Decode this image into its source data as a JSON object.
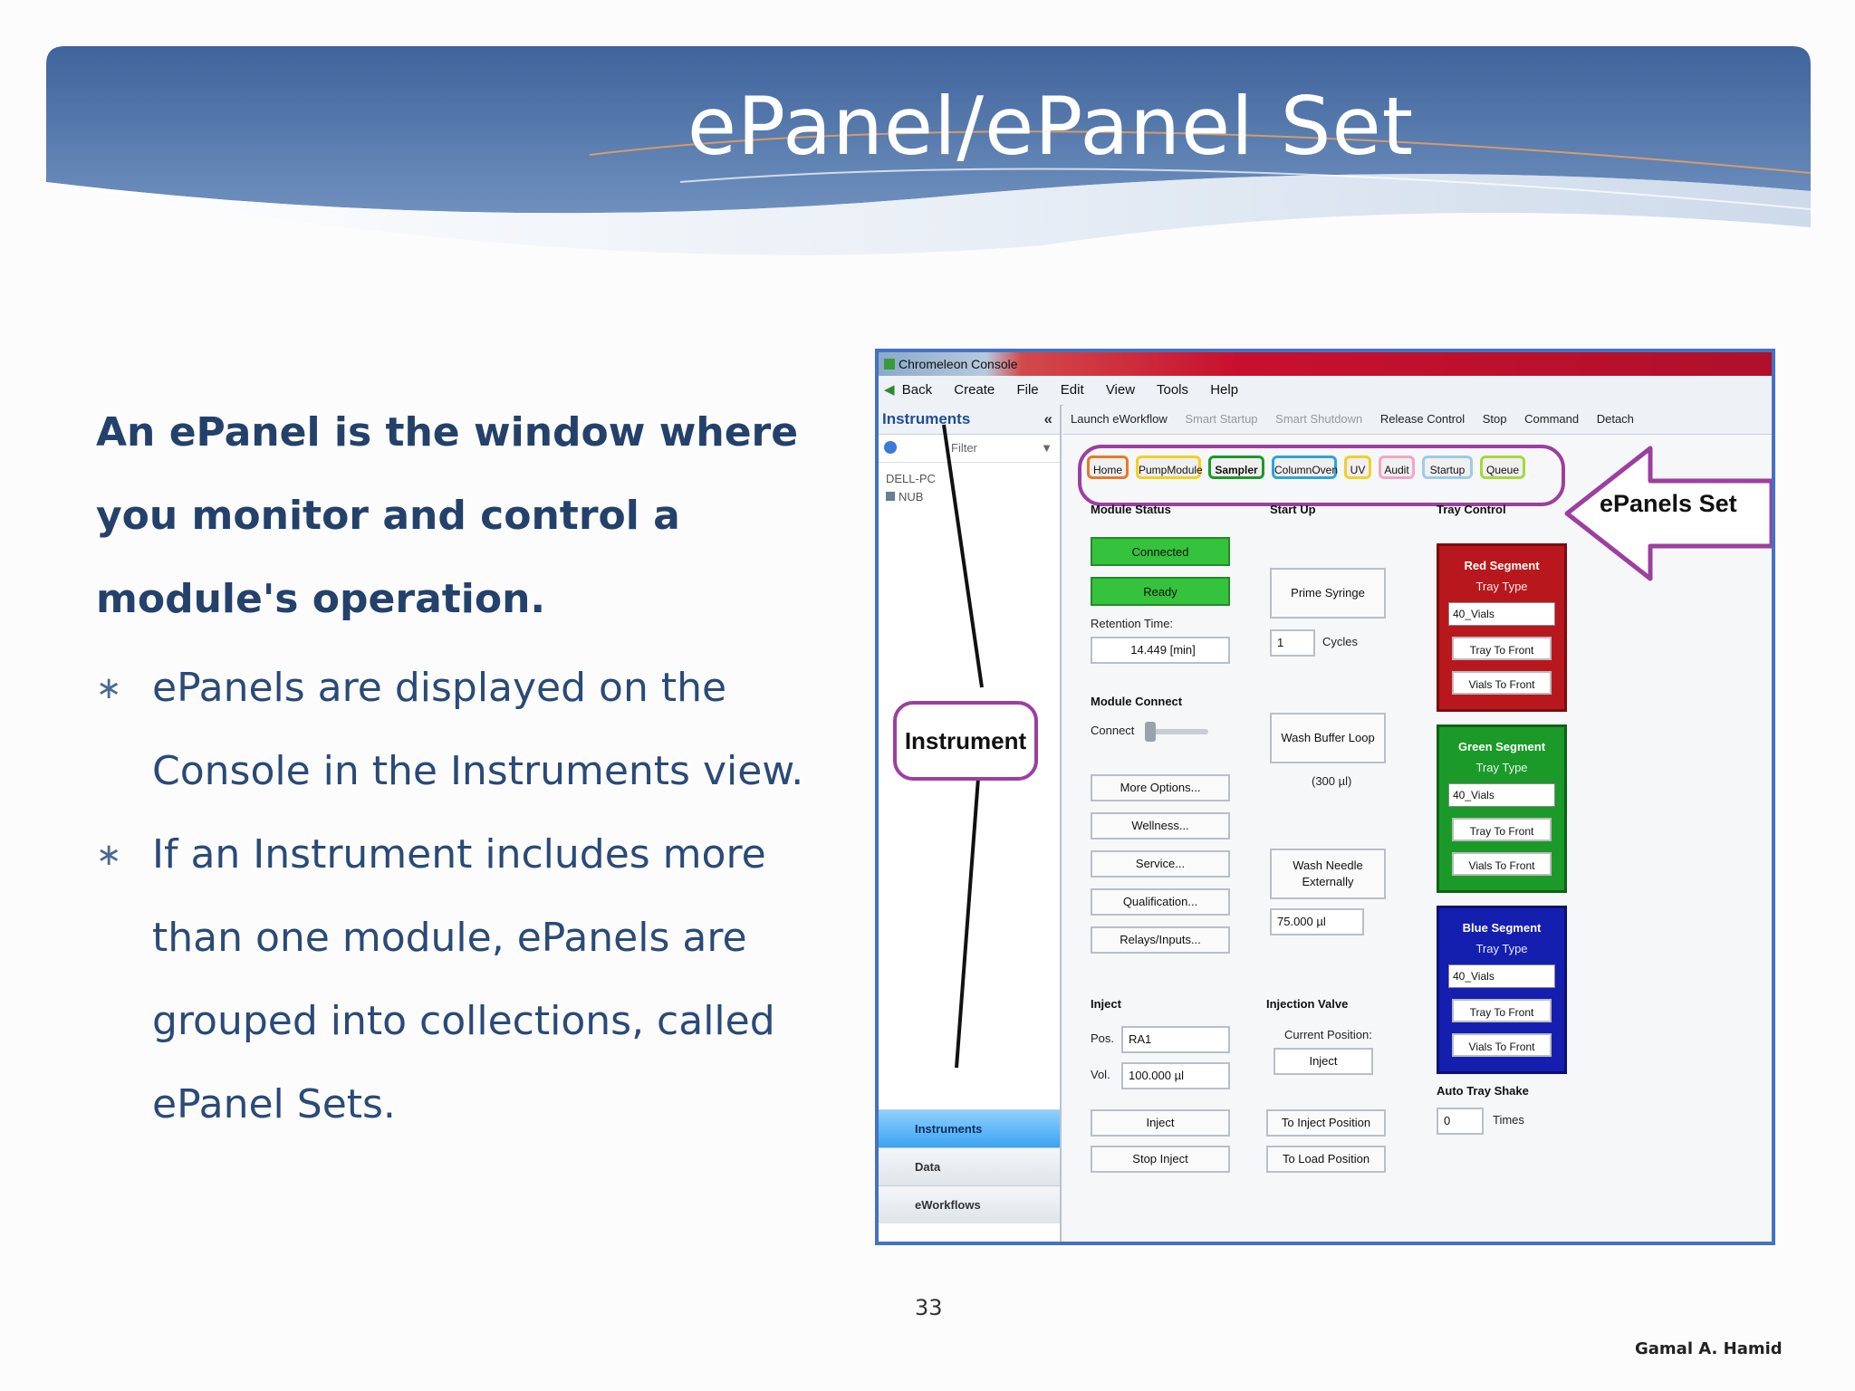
{
  "slide": {
    "title": "ePanel/ePanel Set",
    "lead": "An ePanel is the window where you monitor and control a module's operation.",
    "bullets": [
      "ePanels are displayed on the Console in the Instruments view.",
      "If an Instrument includes more than one module, ePanels are grouped into collections, called ePanel Sets."
    ],
    "bullet_marker": "∗",
    "page_number": "33",
    "author": "Gamal A. Hamid"
  },
  "colors": {
    "banner": "#4f74a8",
    "accent": "#9c3fa0",
    "screenshot_border": "#4472c4"
  },
  "screenshot": {
    "window_title": "Chromeleon Console",
    "menu": [
      "Back",
      "Create",
      "File",
      "Edit",
      "View",
      "Tools",
      "Help"
    ],
    "sidebar": {
      "header": "Instruments",
      "filter": "Filter",
      "tree": [
        "DELL-PC",
        "NUB"
      ],
      "nav": [
        "Instruments",
        "Data",
        "eWorkflows"
      ]
    },
    "toolbar": [
      "Launch eWorkflow",
      "Smart Startup",
      "Smart Shutdown",
      "Release Control",
      "Stop",
      "Command",
      "Detach"
    ],
    "tabs": [
      "Home",
      "PumpModule",
      "Sampler",
      "ColumnOven",
      "UV",
      "Audit",
      "Startup",
      "Queue"
    ],
    "sections": {
      "module_status": "Module Status",
      "startup": "Start Up",
      "tray_control": "Tray Control"
    },
    "status": {
      "connected": "Connected",
      "ready": "Ready",
      "retention_label": "Retention Time:",
      "retention_value": "14.449 [min]"
    },
    "module_connect": {
      "label": "Module Connect",
      "connect": "Connect"
    },
    "buttons_left": [
      "More Options...",
      "Wellness...",
      "Service...",
      "Qualification...",
      "Relays/Inputs..."
    ],
    "startup": {
      "prime": "Prime Syringe",
      "cycles_value": "1",
      "cycles_label": "Cycles",
      "wash_buffer": "Wash Buffer Loop",
      "wash_buffer_vol": "(300 µl)",
      "wash_needle": "Wash Needle Externally",
      "wash_needle_value": "75.000 µl"
    },
    "inject": {
      "label": "Inject",
      "pos_label": "Pos.",
      "pos_value": "RA1",
      "vol_label": "Vol.",
      "vol_value": "100.000 µl",
      "inject_btn": "Inject",
      "stop_btn": "Stop Inject"
    },
    "valve": {
      "label": "Injection Valve",
      "current": "Current Position:",
      "current_value": "Inject",
      "to_inject": "To Inject Position",
      "to_load": "To Load Position"
    },
    "segments": [
      {
        "name": "Red Segment",
        "tray_type": "Tray Type",
        "value": "40_Vials",
        "b1": "Tray To Front",
        "b2": "Vials To Front"
      },
      {
        "name": "Green Segment",
        "tray_type": "Tray Type",
        "value": "40_Vials",
        "b1": "Tray To Front",
        "b2": "Vials To Front"
      },
      {
        "name": "Blue Segment",
        "tray_type": "Tray Type",
        "value": "40_Vials",
        "b1": "Tray To Front",
        "b2": "Vials To Front"
      }
    ],
    "auto_shake": {
      "label": "Auto Tray Shake",
      "value": "0",
      "unit": "Times"
    },
    "annotations": {
      "instrument": "Instrument",
      "epanels_set": "ePanels Set"
    }
  }
}
